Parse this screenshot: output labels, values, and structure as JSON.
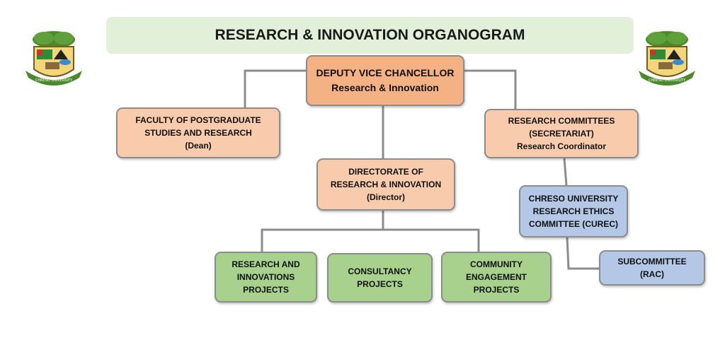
{
  "title": "RESEARCH & INNOVATION ORGANOGRAM",
  "logo_text": "CHRESO UNIVERSITY",
  "colors": {
    "title_bg": "#e2efd9",
    "top_box": "#f4b183",
    "level_box": "#f8cbad",
    "project_box": "#a9d18e",
    "committee_box": "#b4c7e7",
    "connector": "#8c8c8c"
  },
  "nodes": {
    "dvc": {
      "line1": "DEPUTY VICE CHANCELLOR",
      "line2": "Research & Innovation"
    },
    "faculty": {
      "line1": "FACULTY OF POSTGRADUATE",
      "line2": "STUDIES AND RESEARCH",
      "line3": "(Dean)"
    },
    "committees": {
      "line1": "RESEARCH COMMITTEES",
      "line2": "(SECRETARIAT)",
      "line3": "Research Coordinator"
    },
    "directorate": {
      "line1": "DIRECTORATE OF",
      "line2": "RESEARCH & INNOVATION",
      "line3": "(Director)"
    },
    "curec": {
      "line1": "CHRESO UNIVERSITY",
      "line2": "RESEARCH ETHICS",
      "line3": "COMMITTEE (CUREC)"
    },
    "subcommittee": {
      "line1": "SUBCOMMITTEE",
      "line2": "(RAC)"
    },
    "projects_research": {
      "line1": "RESEARCH AND",
      "line2": "INNOVATIONS",
      "line3": "PROJECTS"
    },
    "projects_consultancy": {
      "line1": "CONSULTANCY",
      "line2": "PROJECTS"
    },
    "projects_community": {
      "line1": "COMMUNITY",
      "line2": "ENGAGEMENT",
      "line3": "PROJECTS"
    }
  }
}
